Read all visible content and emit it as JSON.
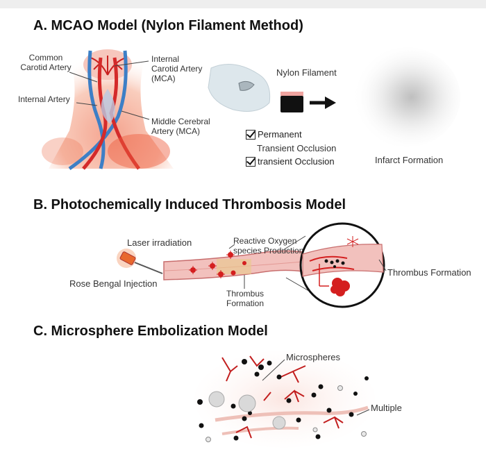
{
  "section_a": {
    "title": "A. MCAO Model (Nylon Filament Method)",
    "common_carotid": "Common\nCarotid Artery",
    "internal_carotid": "Internal\nCarotid Artery\n(MCA)",
    "internal_artery": "Internal Artery",
    "middle_cerebral": "Middle Cerebral\nArtery (MCA)",
    "nylon_filament": "Nylon Filament",
    "permanent": "Permanent",
    "transient_occlusion_1": "Transient Occlusion",
    "transient_occlusion_2": "transient Occlusion",
    "infarct_formation": "Infarct Formation"
  },
  "section_b": {
    "title": "B. Photochemically Induced Thrombosis Model",
    "laser": "Laser irradiation",
    "rose_bengal": "Rose Bengal Injection",
    "ros": "Reactive Oxygen\nspecies Production",
    "thrombus_center": "Thrombus\nFormation",
    "thrombus_right": "Thrombus Formation"
  },
  "section_c": {
    "title": "C. Microsphere Embolization Model",
    "microspheres": "Microspheres",
    "multiple": "Multiple"
  },
  "colors": {
    "vessel": "#e8a3a0",
    "artery_red": "#d42a2a",
    "vein_blue": "#3d7fc6",
    "sphere": "#111111"
  }
}
